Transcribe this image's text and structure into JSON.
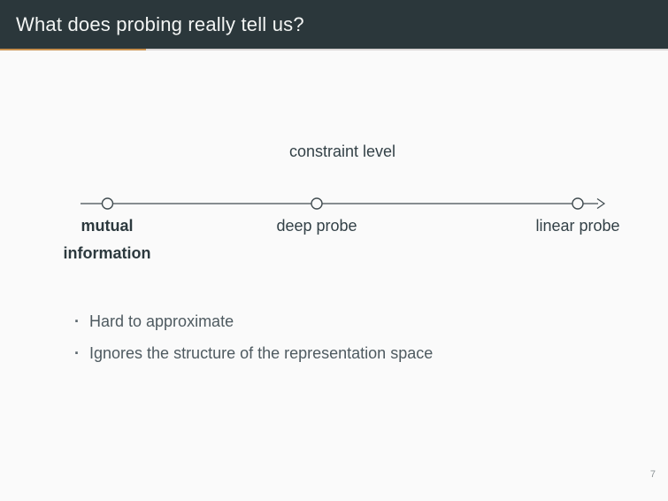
{
  "header": {
    "title": "What does probing really tell us?"
  },
  "progress": {
    "accent_color": "#c9914f",
    "track_color": "#d9d5d5"
  },
  "colors": {
    "header_bg": "#2b373b",
    "header_text": "#f3f5f4",
    "body_bg": "#fafafa",
    "diagram_text": "#334147",
    "bullet_text": "#4e5a60",
    "axis_stroke": "#414c50"
  },
  "diagram": {
    "axis_label": "constraint level",
    "points": [
      {
        "label": "mutual information",
        "emphasis": true
      },
      {
        "label": "deep probe",
        "emphasis": false
      },
      {
        "label": "linear probe",
        "emphasis": false
      }
    ]
  },
  "bullets": {
    "marker": "·",
    "items": [
      "Hard to approximate",
      "Ignores the structure of the representation space"
    ]
  },
  "footer": {
    "page_number": "7"
  }
}
